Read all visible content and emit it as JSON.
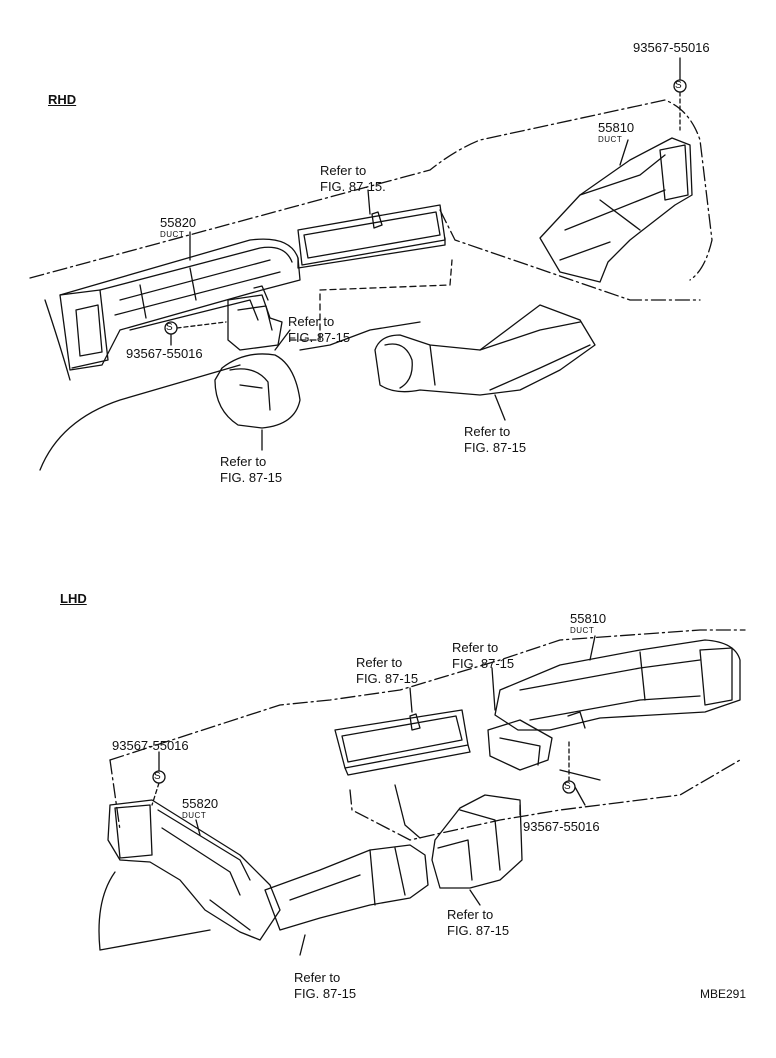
{
  "sections": {
    "rhd": {
      "title": "RHD",
      "part_55810": {
        "number": "55810",
        "name": "DUCT"
      },
      "part_55820": {
        "number": "55820",
        "name": "DUCT"
      },
      "screw_top": "93567-55016",
      "screw_left": "93567-55016",
      "refs": [
        {
          "line1": "Refer to",
          "line2": "FIG. 87-15."
        },
        {
          "line1": "Refer to",
          "line2": "FIG. 87-15"
        },
        {
          "line1": "Refer to",
          "line2": "FIG. 87-15"
        },
        {
          "line1": "Refer to",
          "line2": "FIG. 87-15"
        }
      ]
    },
    "lhd": {
      "title": "LHD",
      "part_55810": {
        "number": "55810",
        "name": "DUCT"
      },
      "part_55820": {
        "number": "55820",
        "name": "DUCT"
      },
      "screw_left": "93567-55016",
      "screw_right": "93567-55016",
      "refs": [
        {
          "line1": "Refer to",
          "line2": "FIG. 87-15"
        },
        {
          "line1": "Refer to",
          "line2": "FIG. 87-15"
        },
        {
          "line1": "Refer to",
          "line2": "FIG. 87-15"
        },
        {
          "line1": "Refer to",
          "line2": "FIG. 87-15"
        }
      ]
    }
  },
  "screw_symbol": "S",
  "figure_code": "MBE291"
}
